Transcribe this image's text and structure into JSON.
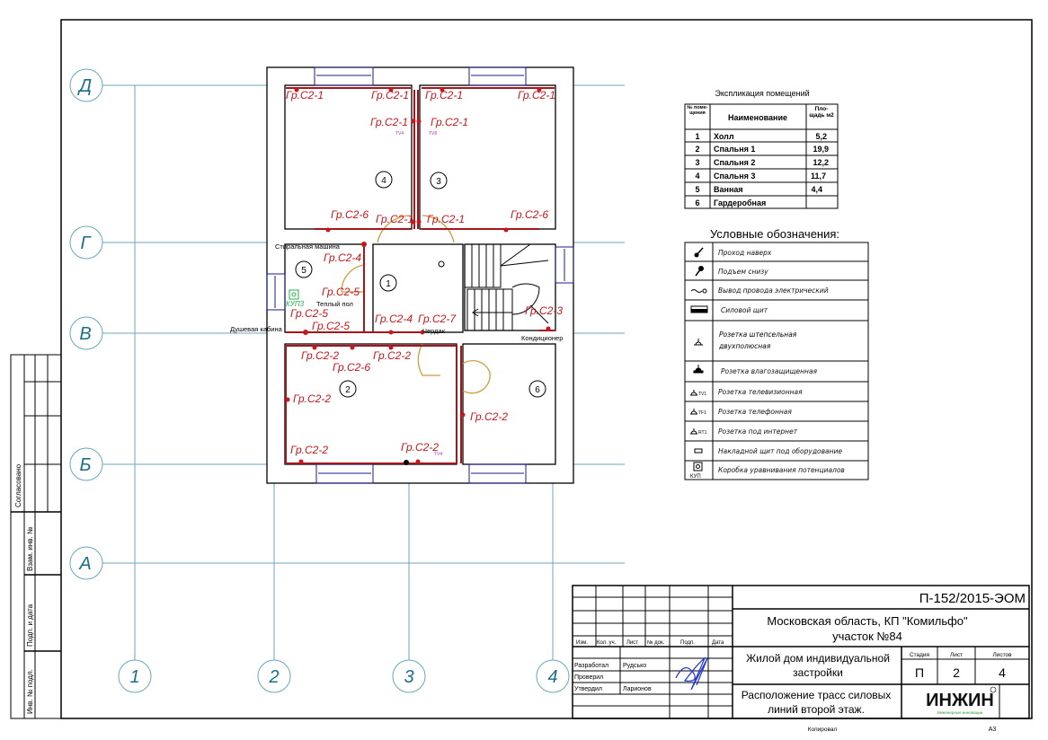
{
  "grid": {
    "rows": [
      "Д",
      "Г",
      "В",
      "Б",
      "А"
    ],
    "columns": [
      "1",
      "2",
      "3",
      "4"
    ]
  },
  "plan": {
    "room_numbers": [
      "4",
      "3",
      "5",
      "1",
      "2",
      "6"
    ],
    "circuit_labels": [
      "Гр.С2-1",
      "Гр.С2-1",
      "Гр.С2-1",
      "Гр.С2-1",
      "Гр.С2-1",
      "Гр.С2-1",
      "Гр.С2-6",
      "Гр.С2-1",
      "Гр.С2-1",
      "Гр.С2-6",
      "Гр.С2-4",
      "Гр.С2-5",
      "Гр.С2-5",
      "Гр.С2-5",
      "Гр.С2-4",
      "Гр.С2-7",
      "Гр.С2-3",
      "Гр.С2-2",
      "Гр.С2-6",
      "Гр.С2-2",
      "Гр.С2-2",
      "Гр.С2-2",
      "Гр.С2-2",
      "Гр.С2-2"
    ],
    "notes": {
      "washing_machine": "Стиральная машина",
      "floor_heating": "Теплый пол",
      "shower": "Душевая кабина",
      "attic": "Чердак",
      "conditioner": "Кондиционер",
      "kup": "КУП3",
      "tv_left": "TV4",
      "tv_right": "TV8",
      "tv_bottom": "TV4"
    }
  },
  "explication": {
    "title": "Экспликация помещений",
    "headers": {
      "num": "№ поме-щения",
      "name": "Наименование",
      "area": "Пло-щадь м2"
    },
    "rows": [
      {
        "num": "1",
        "name": "Холл",
        "area": "5,2"
      },
      {
        "num": "2",
        "name": "Спальня 1",
        "area": "19,9"
      },
      {
        "num": "3",
        "name": "Спальня 2",
        "area": "12,2"
      },
      {
        "num": "4",
        "name": "Спальня 3",
        "area": "11,7"
      },
      {
        "num": "5",
        "name": "Ванная",
        "area": "4,4"
      },
      {
        "num": "6",
        "name": "Гардеробная",
        "area": ""
      }
    ]
  },
  "legend": {
    "title": "Условные обозначения:",
    "items": [
      {
        "icon": "pass-up-icon",
        "label": "Проход наверх"
      },
      {
        "icon": "rise-from-below-icon",
        "label": "Подъем снизу"
      },
      {
        "icon": "wire-outlet-icon",
        "label": "Вывод провода электрический"
      },
      {
        "icon": "power-panel-icon",
        "label": "Силовой щит"
      },
      {
        "icon": "socket-icon",
        "label": "Розетка штепсельная двухполюсная"
      },
      {
        "icon": "waterproof-socket-icon",
        "label": "Розетка влагозащищенная"
      },
      {
        "icon": "tv-socket-icon",
        "label": "Розетка телевизионная",
        "tag": "TV1"
      },
      {
        "icon": "phone-socket-icon",
        "label": "Розетка телефонная",
        "tag": "TF1"
      },
      {
        "icon": "internet-socket-icon",
        "label": "Розетка под интернет",
        "tag": "RT1"
      },
      {
        "icon": "surface-panel-icon",
        "label": "Накладной щит под оборудование"
      },
      {
        "icon": "equipotential-box-icon",
        "label": "Коробка уравнивания потенциалов",
        "tag": "КУП"
      }
    ]
  },
  "title_block": {
    "code": "П-152/2015-ЭОМ",
    "address_line1": "Московская область, КП \"Комильфо\"",
    "address_line2": "участок №84",
    "object_line1": "Жилой дом индивидуальной",
    "object_line2": "застройки",
    "sheet_title_line1": "Расположение трасс силовых",
    "sheet_title_line2": "линий второй этаж.",
    "stage_label": "Стадия",
    "stage": "П",
    "sheet_label": "Лист",
    "sheet": "2",
    "sheets_label": "Листов",
    "sheets": "4",
    "col_headers": [
      "Изм.",
      "Кол. уч.",
      "Лист",
      "№ док.",
      "Подп.",
      "Дата"
    ],
    "roles": [
      {
        "role": "Разработал",
        "name": "Рудсько"
      },
      {
        "role": "Проверил",
        "name": ""
      },
      {
        "role": "Утвердил",
        "name": "Ларионов"
      }
    ],
    "logo_text": "ИНЖИН",
    "logo_sub": "Инженерные инновации",
    "copied": "Копировал",
    "format": "А3"
  },
  "side_stamp": {
    "agreed": "Согласовано",
    "replace_inv": "Взам. инв. №",
    "sign_date": "Подп. и дата",
    "inv_orig": "Инв. № подл."
  }
}
